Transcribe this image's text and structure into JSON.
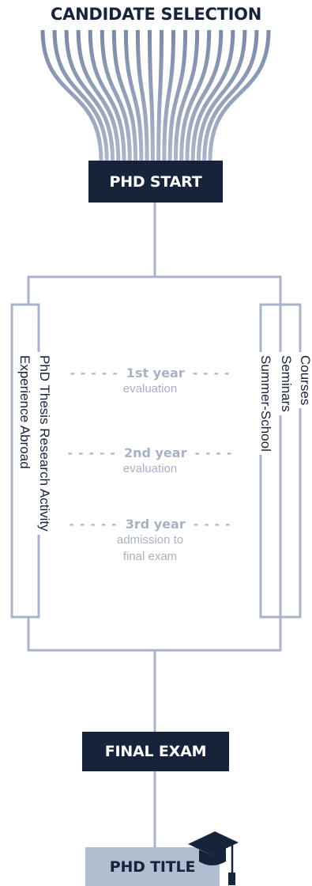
{
  "top_heading": "CANDIDATE SELECTION",
  "phd_start": "PHD START",
  "left_tracks": [
    "PhD Thesis Research Activity",
    "Experience Abroad"
  ],
  "right_tracks": [
    "Courses",
    "Seminars",
    "Summer-School"
  ],
  "years": [
    {
      "label": "1st year",
      "sub": "evaluation"
    },
    {
      "label": "2nd year",
      "sub": "evaluation"
    },
    {
      "label": "3rd year",
      "sub_line1": "admission to",
      "sub_line2": "final exam"
    }
  ],
  "final_exam": "FINAL EXAM",
  "phd_title": "PHD TITLE",
  "icon": "graduation-cap-icon",
  "colors": {
    "navy": "#17233b",
    "line": "#a9b4c8",
    "light_box": "#b2bdcf",
    "text_light": "#a7b2c4"
  }
}
